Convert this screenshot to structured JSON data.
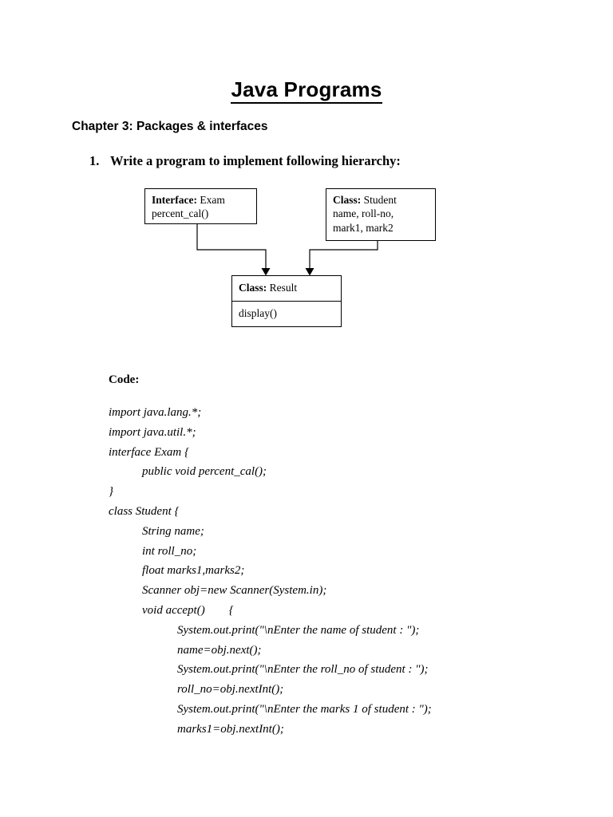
{
  "document": {
    "title": "Java Programs",
    "chapter_heading": "Chapter 3: Packages & interfaces",
    "question": {
      "number": "1.",
      "text": "Write a program to implement following hierarchy:"
    },
    "code_label": "Code:"
  },
  "diagram": {
    "type": "class-hierarchy",
    "boxes": [
      {
        "id": "interface-exam",
        "keyword": "Interface:",
        "name": "Exam",
        "members": [
          "percent_cal()"
        ]
      },
      {
        "id": "class-student",
        "keyword": "Class:",
        "name": "Student",
        "members": [
          "name, roll-no,",
          "mark1, mark2"
        ]
      },
      {
        "id": "class-result",
        "keyword": "Class:",
        "name": "Result",
        "members": [
          "display()"
        ]
      }
    ],
    "connectors": [
      {
        "from": "interface-exam",
        "to": "class-result",
        "arrow": "down"
      },
      {
        "from": "class-student",
        "to": "class-result",
        "arrow": "down"
      }
    ]
  },
  "code": {
    "language": "java",
    "lines": [
      {
        "indent": 0,
        "text": "import java.lang.*;"
      },
      {
        "indent": 0,
        "text": "import java.util.*;"
      },
      {
        "indent": 0,
        "text": "interface Exam {"
      },
      {
        "indent": 1,
        "text": "public void percent_cal();"
      },
      {
        "indent": 0,
        "text": "}"
      },
      {
        "indent": 0,
        "text": "class Student {"
      },
      {
        "indent": 1,
        "text": "String name;"
      },
      {
        "indent": 1,
        "text": "int roll_no;"
      },
      {
        "indent": 1,
        "text": "float marks1,marks2;"
      },
      {
        "indent": 1,
        "text": "Scanner obj=new Scanner(System.in);"
      },
      {
        "indent": 1,
        "text": "void accept()        {"
      },
      {
        "indent": 2,
        "text": "System.out.print(\"\\nEnter the name of student : \");"
      },
      {
        "indent": 2,
        "text": "name=obj.next();"
      },
      {
        "indent": 2,
        "text": "System.out.print(\"\\nEnter the roll_no of student : \");"
      },
      {
        "indent": 2,
        "text": "roll_no=obj.nextInt();"
      },
      {
        "indent": 2,
        "text": "System.out.print(\"\\nEnter the marks 1 of student : \");"
      },
      {
        "indent": 2,
        "text": "marks1=obj.nextInt();"
      }
    ]
  },
  "colors": {
    "page_background": "#ffffff",
    "text": "#000000",
    "diagram_stroke": "#000000"
  }
}
